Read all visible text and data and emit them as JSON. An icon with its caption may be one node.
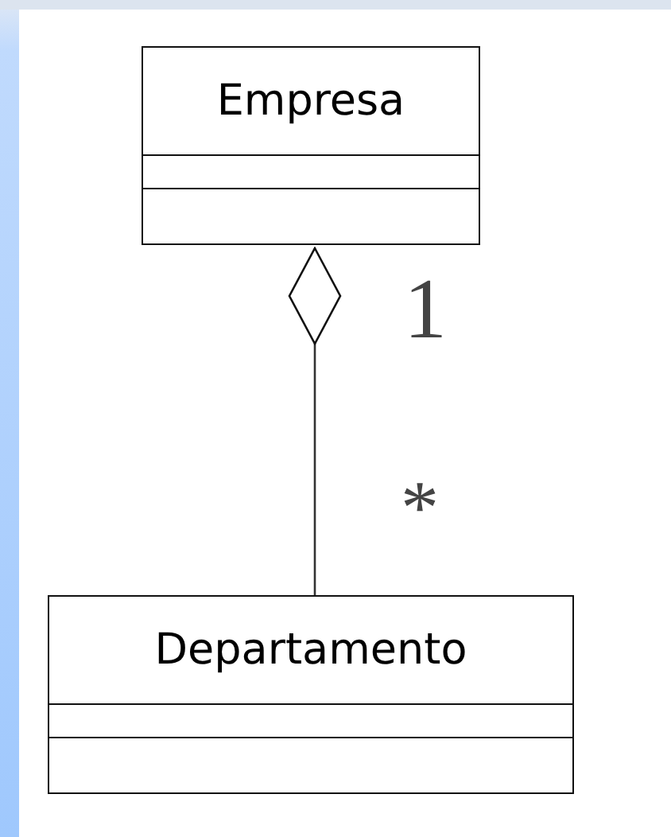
{
  "diagram": {
    "nodes": [
      {
        "text": [
          "Empresa"
        ]
      },
      {
        "text": [
          "Departamento"
        ]
      }
    ],
    "edges": [
      {
        "from": 0,
        "to": 1,
        "arrow": "other"
      }
    ],
    "labels": [
      "1",
      "*"
    ]
  }
}
